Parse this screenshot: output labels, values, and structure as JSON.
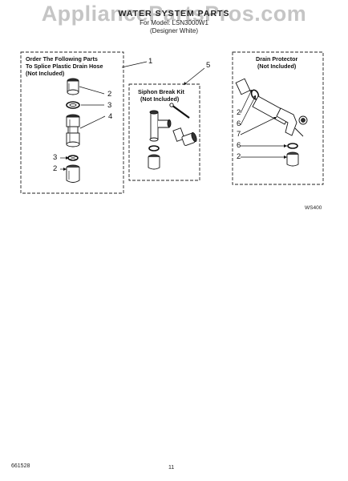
{
  "watermark": "AppliancePartsPros.com",
  "header": {
    "title": "WATER SYSTEM PARTS",
    "model": "For Model: LSN3000W1",
    "subtitle": "(Designer White)"
  },
  "panels": {
    "splice": {
      "title_lines": [
        "Order The Following Parts",
        "To Splice Plastic Drain Hose",
        "(Not Included)"
      ]
    },
    "siphon": {
      "title_lines": [
        "Siphon Break Kit",
        "(Not Included)"
      ]
    },
    "drain": {
      "title_lines": [
        "Drain Protector",
        "(Not Included)"
      ]
    }
  },
  "callouts": {
    "splice_kit": "1",
    "splice_a": "2",
    "splice_b": "3",
    "splice_c": "4",
    "splice_d": "3",
    "splice_e": "2",
    "siphon_kit": "5",
    "drain_a": "2",
    "drain_b": "6",
    "drain_c": "7",
    "drain_d": "6",
    "drain_e": "2"
  },
  "figure_code": "WS400",
  "footer": {
    "part_number": "661528",
    "page": "11"
  }
}
